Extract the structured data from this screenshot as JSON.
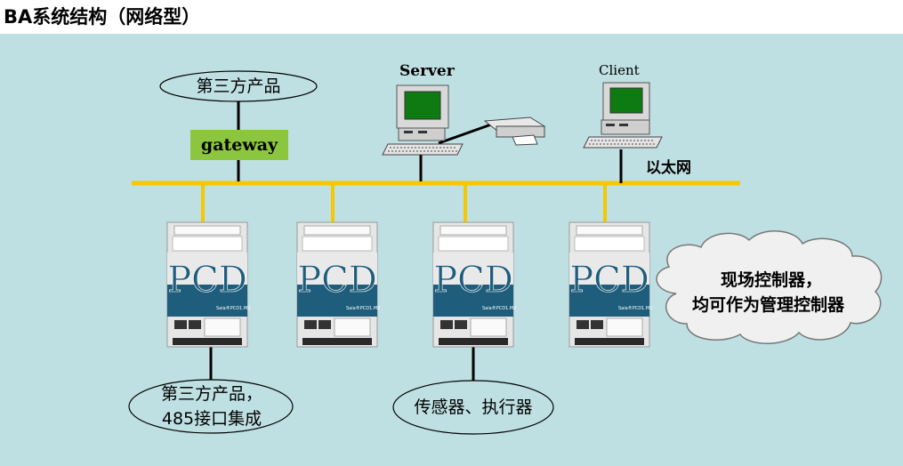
{
  "page_title": "BA系统结构（网络型）",
  "labels": {
    "third_party_top": "第三方产品",
    "gateway": "gateway",
    "server": "Server",
    "client": "Client",
    "ethernet": "以太网",
    "cloud_line1": "现场控制器，",
    "cloud_line2": "均可作为管理控制器",
    "third_party_bottom_line1": "第三方产品，",
    "third_party_bottom_line2": "485接口集成",
    "sensors": "传感器、执行器"
  },
  "controller": {
    "brand_text": "PCD",
    "model_text": "Saia®PCD1.M2"
  },
  "colors": {
    "background": "#bfe0e3",
    "bus": "#f5c800",
    "gateway_fill": "#8cc63e",
    "controller_front": "#1f5d7c"
  }
}
